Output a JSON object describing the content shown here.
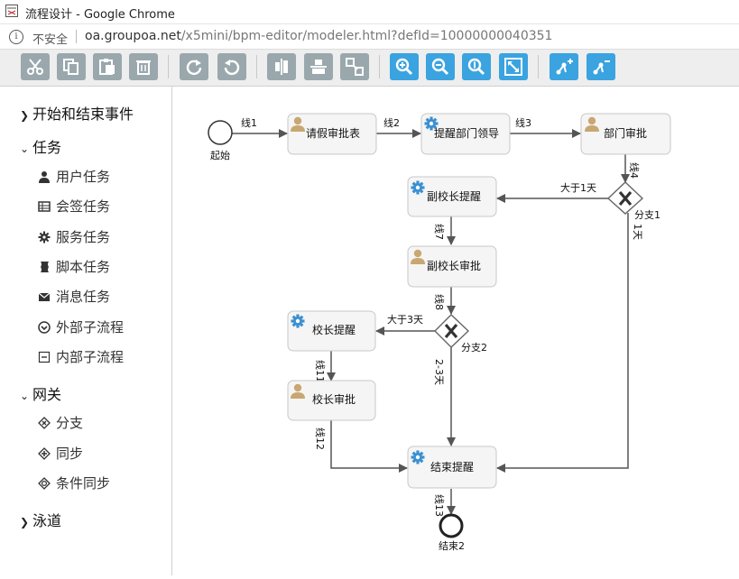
{
  "window": {
    "title": "流程设计 - Google Chrome"
  },
  "address": {
    "security": "不安全",
    "host": "oa.groupoa.net",
    "path": "/x5mini/bpm-editor/modeler.html?defId=10000000040351"
  },
  "toolbar": {
    "buttons": [
      {
        "icon": "cut-icon",
        "color": "gray"
      },
      {
        "icon": "copy-icon",
        "color": "gray"
      },
      {
        "icon": "paste-icon",
        "color": "gray"
      },
      {
        "icon": "delete-icon",
        "color": "gray"
      },
      {
        "icon": "redo-icon",
        "color": "gray"
      },
      {
        "icon": "undo-icon",
        "color": "gray"
      },
      {
        "icon": "align-vertical-icon",
        "color": "gray"
      },
      {
        "icon": "align-horizontal-icon",
        "color": "gray"
      },
      {
        "icon": "same-size-icon",
        "color": "gray"
      },
      {
        "icon": "zoom-in-icon",
        "color": "blue"
      },
      {
        "icon": "zoom-out-icon",
        "color": "blue"
      },
      {
        "icon": "zoom-actual-icon",
        "color": "blue"
      },
      {
        "icon": "zoom-fit-icon",
        "color": "blue"
      },
      {
        "icon": "add-bendpoint-icon",
        "color": "blue"
      },
      {
        "icon": "remove-bendpoint-icon",
        "color": "blue"
      }
    ]
  },
  "palette": {
    "groups": [
      {
        "label": "开始和结束事件",
        "expanded": false
      },
      {
        "label": "任务",
        "expanded": true,
        "items": [
          {
            "label": "用户任务",
            "icon": "user-icon"
          },
          {
            "label": "会签任务",
            "icon": "table-icon"
          },
          {
            "label": "服务任务",
            "icon": "gear-icon"
          },
          {
            "label": "脚本任务",
            "icon": "script-icon"
          },
          {
            "label": "消息任务",
            "icon": "envelope-icon"
          },
          {
            "label": "外部子流程",
            "icon": "external-subprocess-icon"
          },
          {
            "label": "内部子流程",
            "icon": "collapsed-subprocess-icon"
          }
        ]
      },
      {
        "label": "网关",
        "expanded": true,
        "items": [
          {
            "label": "分支",
            "icon": "exclusive-gateway-icon"
          },
          {
            "label": "同步",
            "icon": "parallel-gateway-icon"
          },
          {
            "label": "条件同步",
            "icon": "inclusive-gateway-icon"
          }
        ]
      },
      {
        "label": "泳道",
        "expanded": false
      }
    ]
  },
  "diagram": {
    "start_event": {
      "label": "起始"
    },
    "end_event": {
      "label": "结束2"
    },
    "tasks": {
      "qingjia": {
        "label": "请假审批表",
        "type": "user"
      },
      "tixing_bumen": {
        "label": "提醒部门领导",
        "type": "service"
      },
      "bumen_shenpi": {
        "label": "部门审批",
        "type": "user"
      },
      "fuxiaozhang_tixing": {
        "label": "副校长提醒",
        "type": "service"
      },
      "fuxiaozhang_shenpi": {
        "label": "副校长审批",
        "type": "user"
      },
      "xiaozhang_tixing": {
        "label": "校长提醒",
        "type": "service"
      },
      "xiaozhang_shenpi": {
        "label": "校长审批",
        "type": "user"
      },
      "jieshu_tixing": {
        "label": "结束提醒",
        "type": "service"
      }
    },
    "gateways": {
      "fenzhi1": {
        "label": "分支1"
      },
      "fenzhi2": {
        "label": "分支2"
      }
    },
    "flows": {
      "xian1": "线1",
      "xian2": "线2",
      "xian3": "线3",
      "xian4": "线4",
      "dayu1": "大于1天",
      "one_day": "1天",
      "xian7": "线7",
      "xian8": "线8",
      "dayu3": "大于3天",
      "two_three": "2-3天",
      "xian11": "线11",
      "xian12": "线12",
      "xian13": "线13"
    },
    "colors": {
      "task_fill": "#f5f5f5",
      "task_stroke": "#c8c8c8",
      "edge": "#555555",
      "user_icon": "#c9a772",
      "service_icon": "#3a8fd0"
    }
  }
}
